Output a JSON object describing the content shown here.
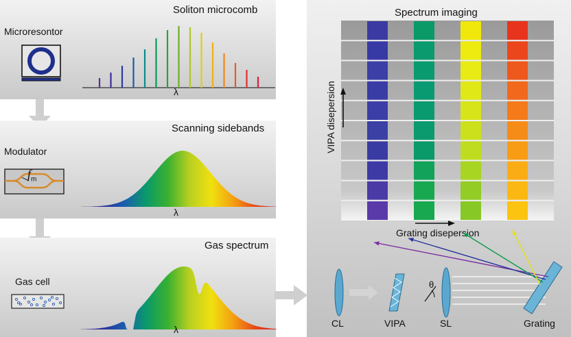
{
  "panels": {
    "soliton": {
      "title": "Soliton microcomb",
      "device_label": "Microresontor",
      "axis_symbol": "λ"
    },
    "sidebands": {
      "title": "Scanning sidebands",
      "device_label": "Modulator",
      "mod_symbol": "f",
      "mod_subscript": "m",
      "axis_symbol": "λ"
    },
    "gas": {
      "title": "Gas spectrum",
      "device_label": "Gas cell",
      "axis_symbol": "λ"
    }
  },
  "imaging": {
    "title": "Spectrum imaging",
    "vertical_axis_label": "VIPA disepersion",
    "horizontal_axis_label": "Grating disepersion",
    "column_colors": [
      [
        "#3a3aa2",
        "#373aa4",
        "#3b3fa6",
        "#393ca4",
        "#3b3ea6",
        "#3b40a4",
        "#3a3aa3",
        "#3d3aa5",
        "#4a3aa6",
        "#5a3aa8"
      ],
      [
        "#0a9a68",
        "#0a9a6e",
        "#0a9a70",
        "#0a9a72",
        "#0a9a70",
        "#0a9a6e",
        "#0a9a6a",
        "#12a25a",
        "#18a850",
        "#18a850"
      ],
      [
        "#f0e80a",
        "#eeeb10",
        "#e8eb14",
        "#e0e818",
        "#d8e41a",
        "#cce01c",
        "#c0dc20",
        "#a8d422",
        "#92cc24",
        "#88c826"
      ],
      [
        "#e8341c",
        "#ec461c",
        "#ef581c",
        "#f2681c",
        "#f47a1a",
        "#f68c18",
        "#f89c16",
        "#faac14",
        "#fbb812",
        "#fcc410"
      ]
    ]
  },
  "optics": {
    "labels": [
      "CL",
      "VIPA",
      "SL",
      "Grating"
    ],
    "angle_symbol": "θ",
    "beam_colors": [
      "#7a2aa0",
      "#28309c",
      "#0a9a4a",
      "#e8e010"
    ]
  }
}
